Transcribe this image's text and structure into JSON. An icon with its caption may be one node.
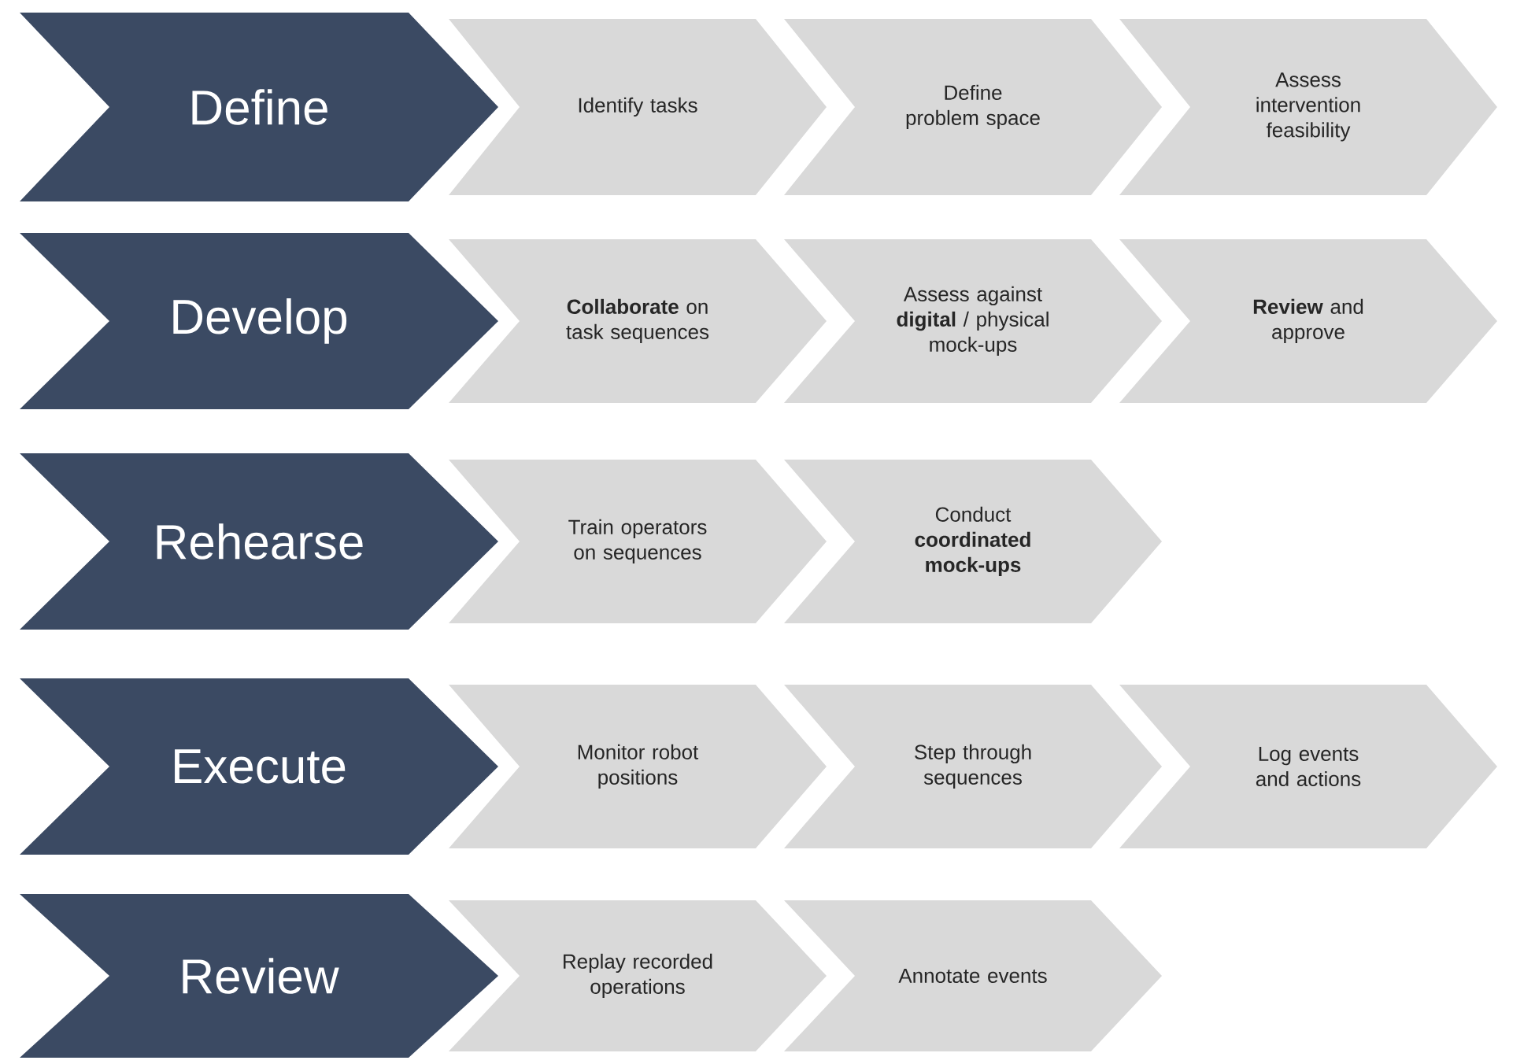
{
  "diagram": {
    "nodes": [
      {
        "text": [
          "Define"
        ]
      },
      {
        "text": [
          "Identify tasks"
        ]
      },
      {
        "text": [
          "Define problem space"
        ]
      },
      {
        "text": [
          "Assess intervention feasibility"
        ]
      },
      {
        "text": [
          "Develop"
        ]
      },
      {
        "text": [
          "**Collaborate** on task sequences"
        ]
      },
      {
        "text": [
          "Assess against **digital** / physical mock-ups"
        ]
      },
      {
        "text": [
          "**Review** and approve"
        ]
      },
      {
        "text": [
          "Rehearse"
        ]
      },
      {
        "text": [
          "Train operators on sequences"
        ]
      },
      {
        "text": [
          "Conduct **coordinated mock-ups**"
        ]
      },
      {
        "text": [
          "Execute"
        ]
      },
      {
        "text": [
          "Monitor robot positions"
        ]
      },
      {
        "text": [
          "Step through sequences"
        ]
      },
      {
        "text": [
          "Log events and actions"
        ]
      },
      {
        "text": [
          "Review"
        ]
      },
      {
        "text": [
          "Replay recorded operations"
        ]
      },
      {
        "text": [
          "Annotate events"
        ]
      }
    ]
  }
}
